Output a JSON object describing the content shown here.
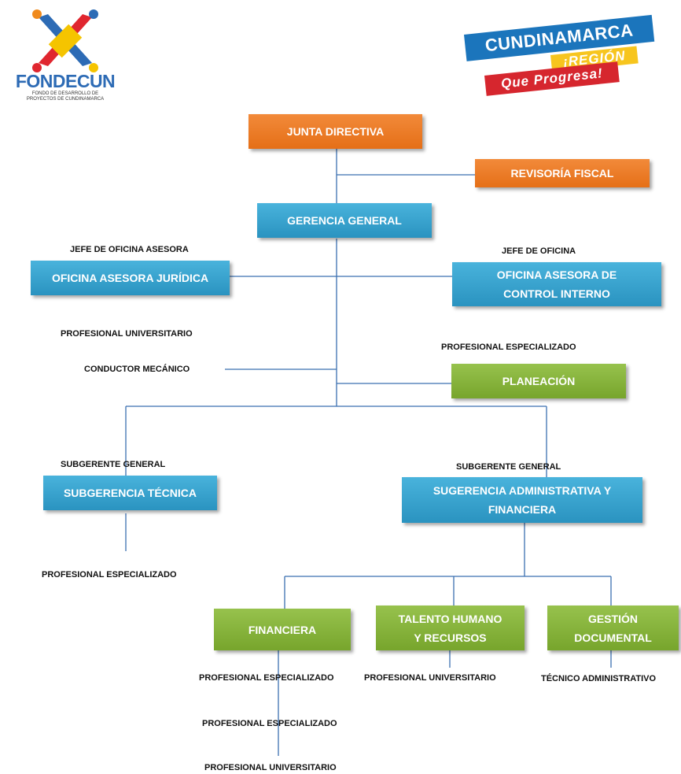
{
  "logos": {
    "fondecun": {
      "name": "FONDECUN",
      "subtitle_line1": "FONDO DE DESARROLLO DE",
      "subtitle_line2": "PROYECTOS DE CUNDINAMARCA",
      "colors": {
        "blue": "#2d6bb5",
        "red": "#e0262f",
        "yellow": "#f5c400",
        "orange": "#f08a1c"
      }
    },
    "cundinamarca": {
      "line1": "CUNDINAMARCA",
      "line2": "¡REGIÓN",
      "line3": "Que Progresa!",
      "colors": {
        "blue": "#1b75bc",
        "yellow": "#f7c51e",
        "red": "#d6262e"
      }
    }
  },
  "colors": {
    "orange": "#e56f17",
    "blue": "#2a93c0",
    "green": "#77a52c",
    "line": "#3b6fb1"
  },
  "nodes": {
    "junta": "JUNTA DIRECTIVA",
    "revisoria": "REVISORÍA FISCAL",
    "gerencia": "GERENCIA GENERAL",
    "juridica": "OFICINA ASESORA JURÍDICA",
    "control_l1": "OFICINA ASESORA DE",
    "control_l2": "CONTROL INTERNO",
    "planeacion": "PLANEACIÓN",
    "sub_tecnica": "SUBGERENCIA TÉCNICA",
    "sub_admin_l1": "SUGERENCIA ADMINISTRATIVA Y",
    "sub_admin_l2": "FINANCIERA",
    "financiera": "FINANCIERA",
    "talento_l1": "TALENTO HUMANO",
    "talento_l2": "Y RECURSOS",
    "gestion_l1": "GESTIÓN",
    "gestion_l2": "DOCUMENTAL"
  },
  "labels": {
    "jefe_asesora": "JEFE DE OFICINA ASESORA",
    "jefe_oficina": "JEFE DE OFICINA",
    "prof_universitario": "PROFESIONAL UNIVERSITARIO",
    "conductor": "CONDUCTOR MECÁNICO",
    "prof_especializado_plan": "PROFESIONAL ESPECIALIZADO",
    "subgerente_tec": "SUBGERENTE GENERAL",
    "subgerente_adm": "SUBGERENTE GENERAL",
    "prof_especializado_tec": "PROFESIONAL ESPECIALIZADO",
    "fin_1": "PROFESIONAL ESPECIALIZADO",
    "fin_2": "PROFESIONAL ESPECIALIZADO",
    "fin_3": "PROFESIONAL UNIVERSITARIO",
    "talento_staff": "PROFESIONAL UNIVERSITARIO",
    "gestion_staff": "TÉCNICO ADMINISTRATIVO"
  }
}
